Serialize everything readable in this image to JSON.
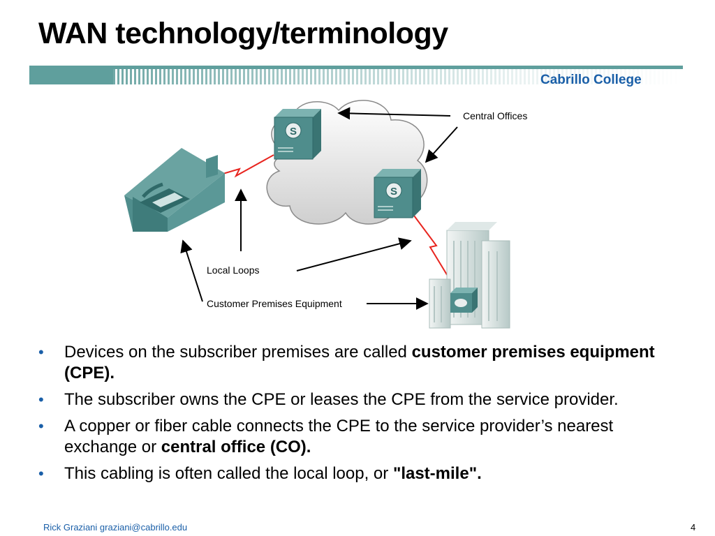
{
  "slide": {
    "title": "WAN technology/terminology",
    "college": "Cabrillo College"
  },
  "diagram": {
    "labels": {
      "central_offices": "Central Offices",
      "local_loops": "Local Loops",
      "cpe": "Customer Premises Equipment"
    },
    "switch_glyph": "S",
    "colors": {
      "device": "#4f8d8c",
      "wan_link": "#e8251f",
      "cloud": "#d9d9d9"
    }
  },
  "bullets": [
    {
      "pre": "Devices on the subscriber premises are called ",
      "bold": "customer premises equipment (CPE).",
      "post": ""
    },
    {
      "pre": "The subscriber owns the CPE or leases the CPE from the service provider.",
      "bold": "",
      "post": ""
    },
    {
      "pre": "A copper or fiber cable connects the CPE to the service provider’s nearest exchange or ",
      "bold": "central office (CO).",
      "post": ""
    },
    {
      "pre": "This cabling is often called the local loop, or ",
      "bold": "\"last-mile\".",
      "post": ""
    }
  ],
  "bullet_glyph": "•",
  "footer": {
    "author": "Rick Graziani  graziani@cabrillo.edu",
    "page": "4"
  }
}
